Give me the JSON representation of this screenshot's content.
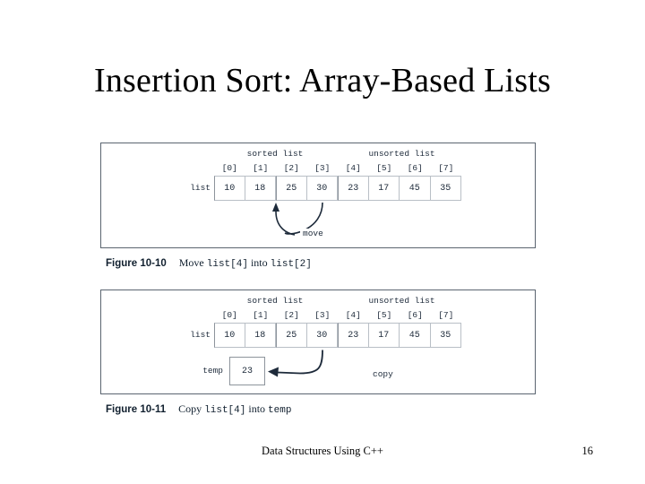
{
  "slide": {
    "title": "Insertion Sort: Array-Based Lists",
    "page_number": "16",
    "footer_title": "Data Structures Using C++"
  },
  "colors": {
    "text": "#000000",
    "figure_ink": "#1d2a3a",
    "figure_border": "#5b6570",
    "cell_border": "#b9bfc6"
  },
  "figures": [
    {
      "id": "figure-1",
      "caption_number": "Figure 10-10",
      "caption_text_pre": "Move ",
      "caption_mono_1": "list[4]",
      "caption_text_mid": " into ",
      "caption_mono_2": "list[2]",
      "array_label": "list",
      "spans": {
        "sorted": "sorted list",
        "unsorted": "unsorted list"
      },
      "indices": [
        "[0]",
        "[1]",
        "[2]",
        "[3]",
        "[4]",
        "[5]",
        "[6]",
        "[7]"
      ],
      "values": [
        "10",
        "18",
        "25",
        "30",
        "23",
        "17",
        "45",
        "35"
      ],
      "operation_label": "move",
      "operation_from_index": 4,
      "operation_to_index": 2
    },
    {
      "id": "figure-2",
      "caption_number": "Figure 10-11",
      "caption_text_pre": "Copy ",
      "caption_mono_1": "list[4]",
      "caption_text_mid": " into ",
      "caption_mono_2": "temp",
      "array_label": "list",
      "spans": {
        "sorted": "sorted list",
        "unsorted": "unsorted list"
      },
      "indices": [
        "[0]",
        "[1]",
        "[2]",
        "[3]",
        "[4]",
        "[5]",
        "[6]",
        "[7]"
      ],
      "values": [
        "10",
        "18",
        "25",
        "30",
        "23",
        "17",
        "45",
        "35"
      ],
      "operation_label": "copy",
      "operation_from_index": 4,
      "temp_label": "temp",
      "temp_value": "23"
    }
  ]
}
